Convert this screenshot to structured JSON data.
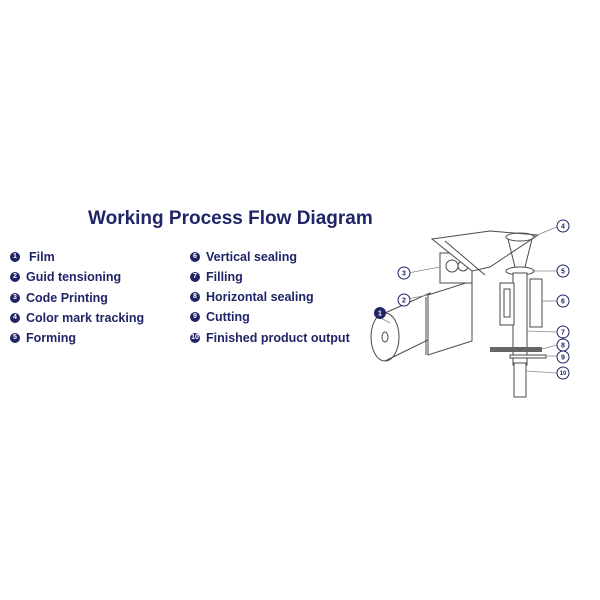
{
  "title": "Working Process Flow Diagram",
  "steps": [
    {
      "num": "1",
      "label": "Film"
    },
    {
      "num": "2",
      "label": "Guid tensioning"
    },
    {
      "num": "3",
      "label": "Code Printing"
    },
    {
      "num": "4",
      "label": "Color mark tracking"
    },
    {
      "num": "5",
      "label": "Forming"
    },
    {
      "num": "6",
      "label": "Vertical sealing"
    },
    {
      "num": "7",
      "label": "Filling"
    },
    {
      "num": "8",
      "label": "Horizontal sealing"
    },
    {
      "num": "9",
      "label": "Cutting"
    },
    {
      "num": "10",
      "label": "Finished product output"
    }
  ],
  "callouts": [
    "1",
    "2",
    "3",
    "4",
    "5",
    "6",
    "7",
    "8",
    "9",
    "10"
  ],
  "colors": {
    "accent": "#1f2566",
    "line": "#4a4a4a"
  }
}
